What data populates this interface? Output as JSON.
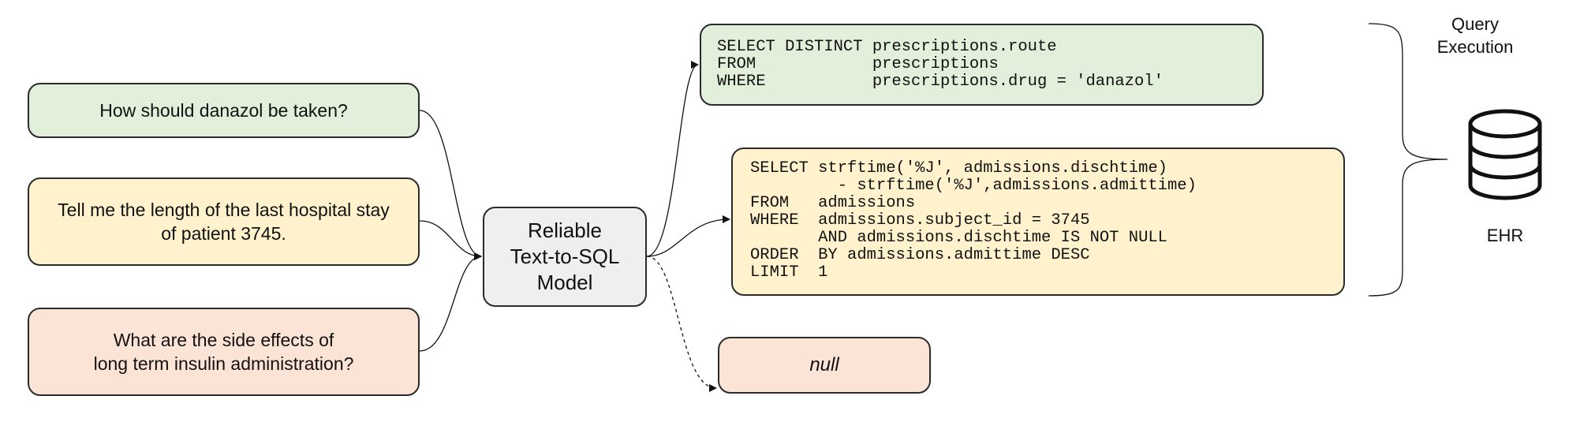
{
  "questions": [
    {
      "text": "How should danazol be taken?"
    },
    {
      "text": "Tell me the length of the last hospital stay\nof patient 3745."
    },
    {
      "text": "What are the side effects of\nlong term insulin administration?"
    }
  ],
  "model": {
    "label": "Reliable\nText-to-SQL\nModel"
  },
  "outputs": {
    "sql_1": "SELECT DISTINCT prescriptions.route\nFROM            prescriptions\nWHERE           prescriptions.drug = 'danazol'",
    "sql_2": "SELECT strftime('%J', admissions.dischtime)\n         - strftime('%J',admissions.admittime)\nFROM   admissions\nWHERE  admissions.subject_id = 3745\n       AND admissions.dischtime IS NOT NULL\nORDER  BY admissions.admittime DESC\nLIMIT  1",
    "null_label": "null"
  },
  "execution": {
    "label": "Query\nExecution",
    "db_label": "EHR"
  },
  "colors": {
    "green": "#e2efda",
    "yellow": "#fff2cc",
    "orange": "#fbe4d5",
    "gray": "#efefef",
    "stroke": "#2b2b2b"
  }
}
